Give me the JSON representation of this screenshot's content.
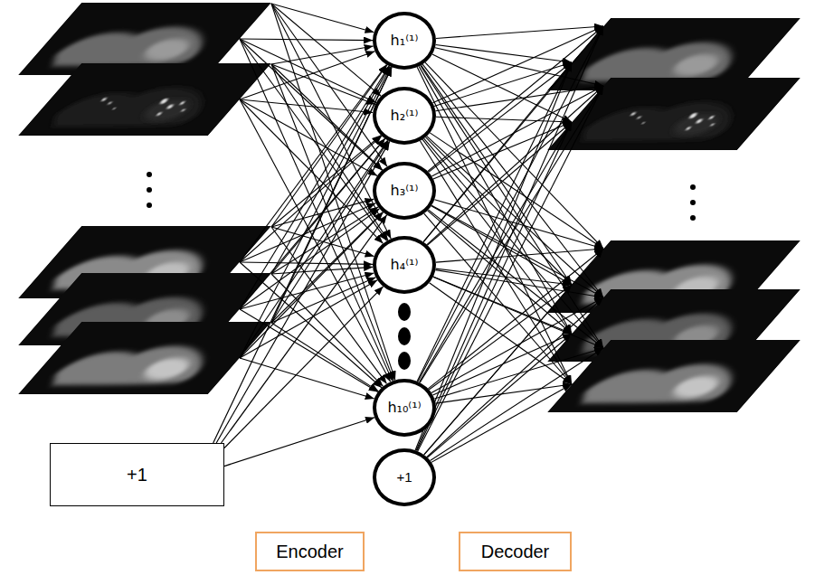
{
  "diagram": {
    "nodes": [
      {
        "text": [
          "+1"
        ]
      },
      {
        "text": [
          "h₁⁽¹⁾"
        ]
      },
      {
        "text": [
          "h₂⁽¹⁾"
        ]
      },
      {
        "text": [
          "h₃⁽¹⁾"
        ]
      },
      {
        "text": [
          "h₄⁽¹⁾"
        ]
      },
      {
        "text": [
          "h₁₀⁽¹⁾"
        ]
      },
      {
        "text": [
          "+1"
        ]
      },
      {
        "text": [
          "Encoder"
        ]
      },
      {
        "text": [
          "Decoder"
        ]
      }
    ],
    "edges": [
      {
        "from": 0,
        "to": 1,
        "arrow": "to"
      },
      {
        "from": 0,
        "to": 2,
        "arrow": "to"
      },
      {
        "from": 0,
        "to": 3,
        "arrow": "to"
      },
      {
        "from": 0,
        "to": 4,
        "arrow": "to"
      },
      {
        "from": 0,
        "to": 5,
        "arrow": "to"
      }
    ]
  }
}
